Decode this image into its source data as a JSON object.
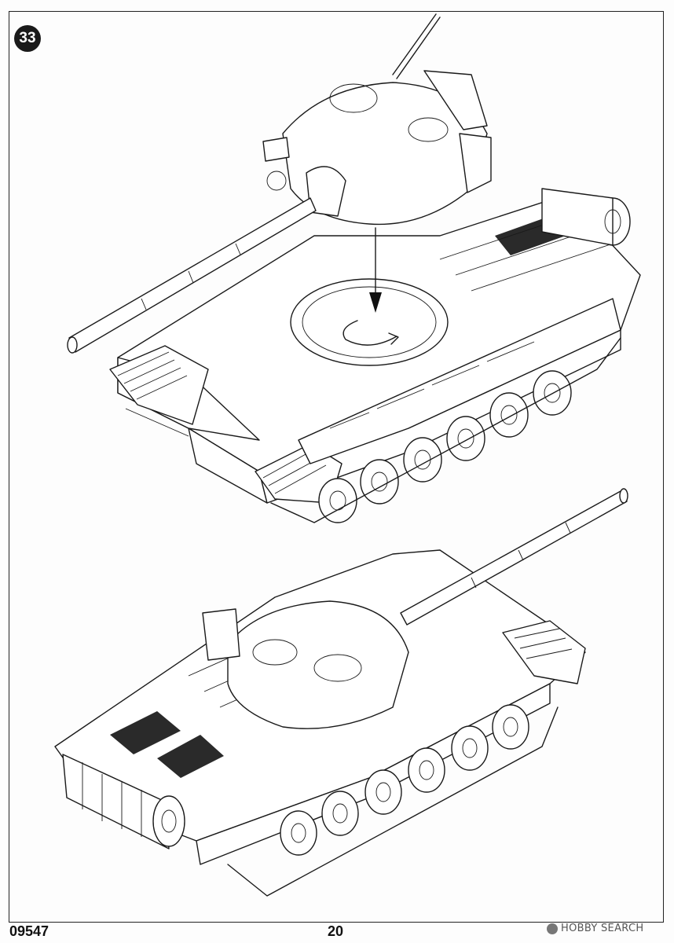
{
  "step": {
    "number": "33"
  },
  "footer": {
    "kit_code": "09547",
    "page_number": "20",
    "watermark": "HOBBY SEARCH"
  },
  "illustrations": [
    {
      "name": "turret-install-diagram",
      "description_icon": "tank-exploded-icon"
    },
    {
      "name": "assembled-tank-diagram",
      "description_icon": "tank-assembled-icon"
    }
  ]
}
